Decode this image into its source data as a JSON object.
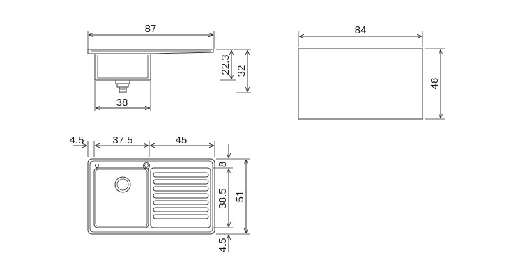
{
  "side_view": {
    "overall_width": "87",
    "bowl_width": "38",
    "bowl_depth": "22.3",
    "overall_height": "32"
  },
  "cutout": {
    "width": "84",
    "height": "48"
  },
  "plan_view": {
    "left_margin": "4.5",
    "bowl_width": "37.5",
    "drainer_width": "45",
    "top_margin": "8",
    "bowl_length": "38.5",
    "overall_depth": "51",
    "bottom_margin": "4.5"
  },
  "colors": {
    "line": "#333333",
    "text": "#1a1a1a",
    "background": "#ffffff"
  }
}
